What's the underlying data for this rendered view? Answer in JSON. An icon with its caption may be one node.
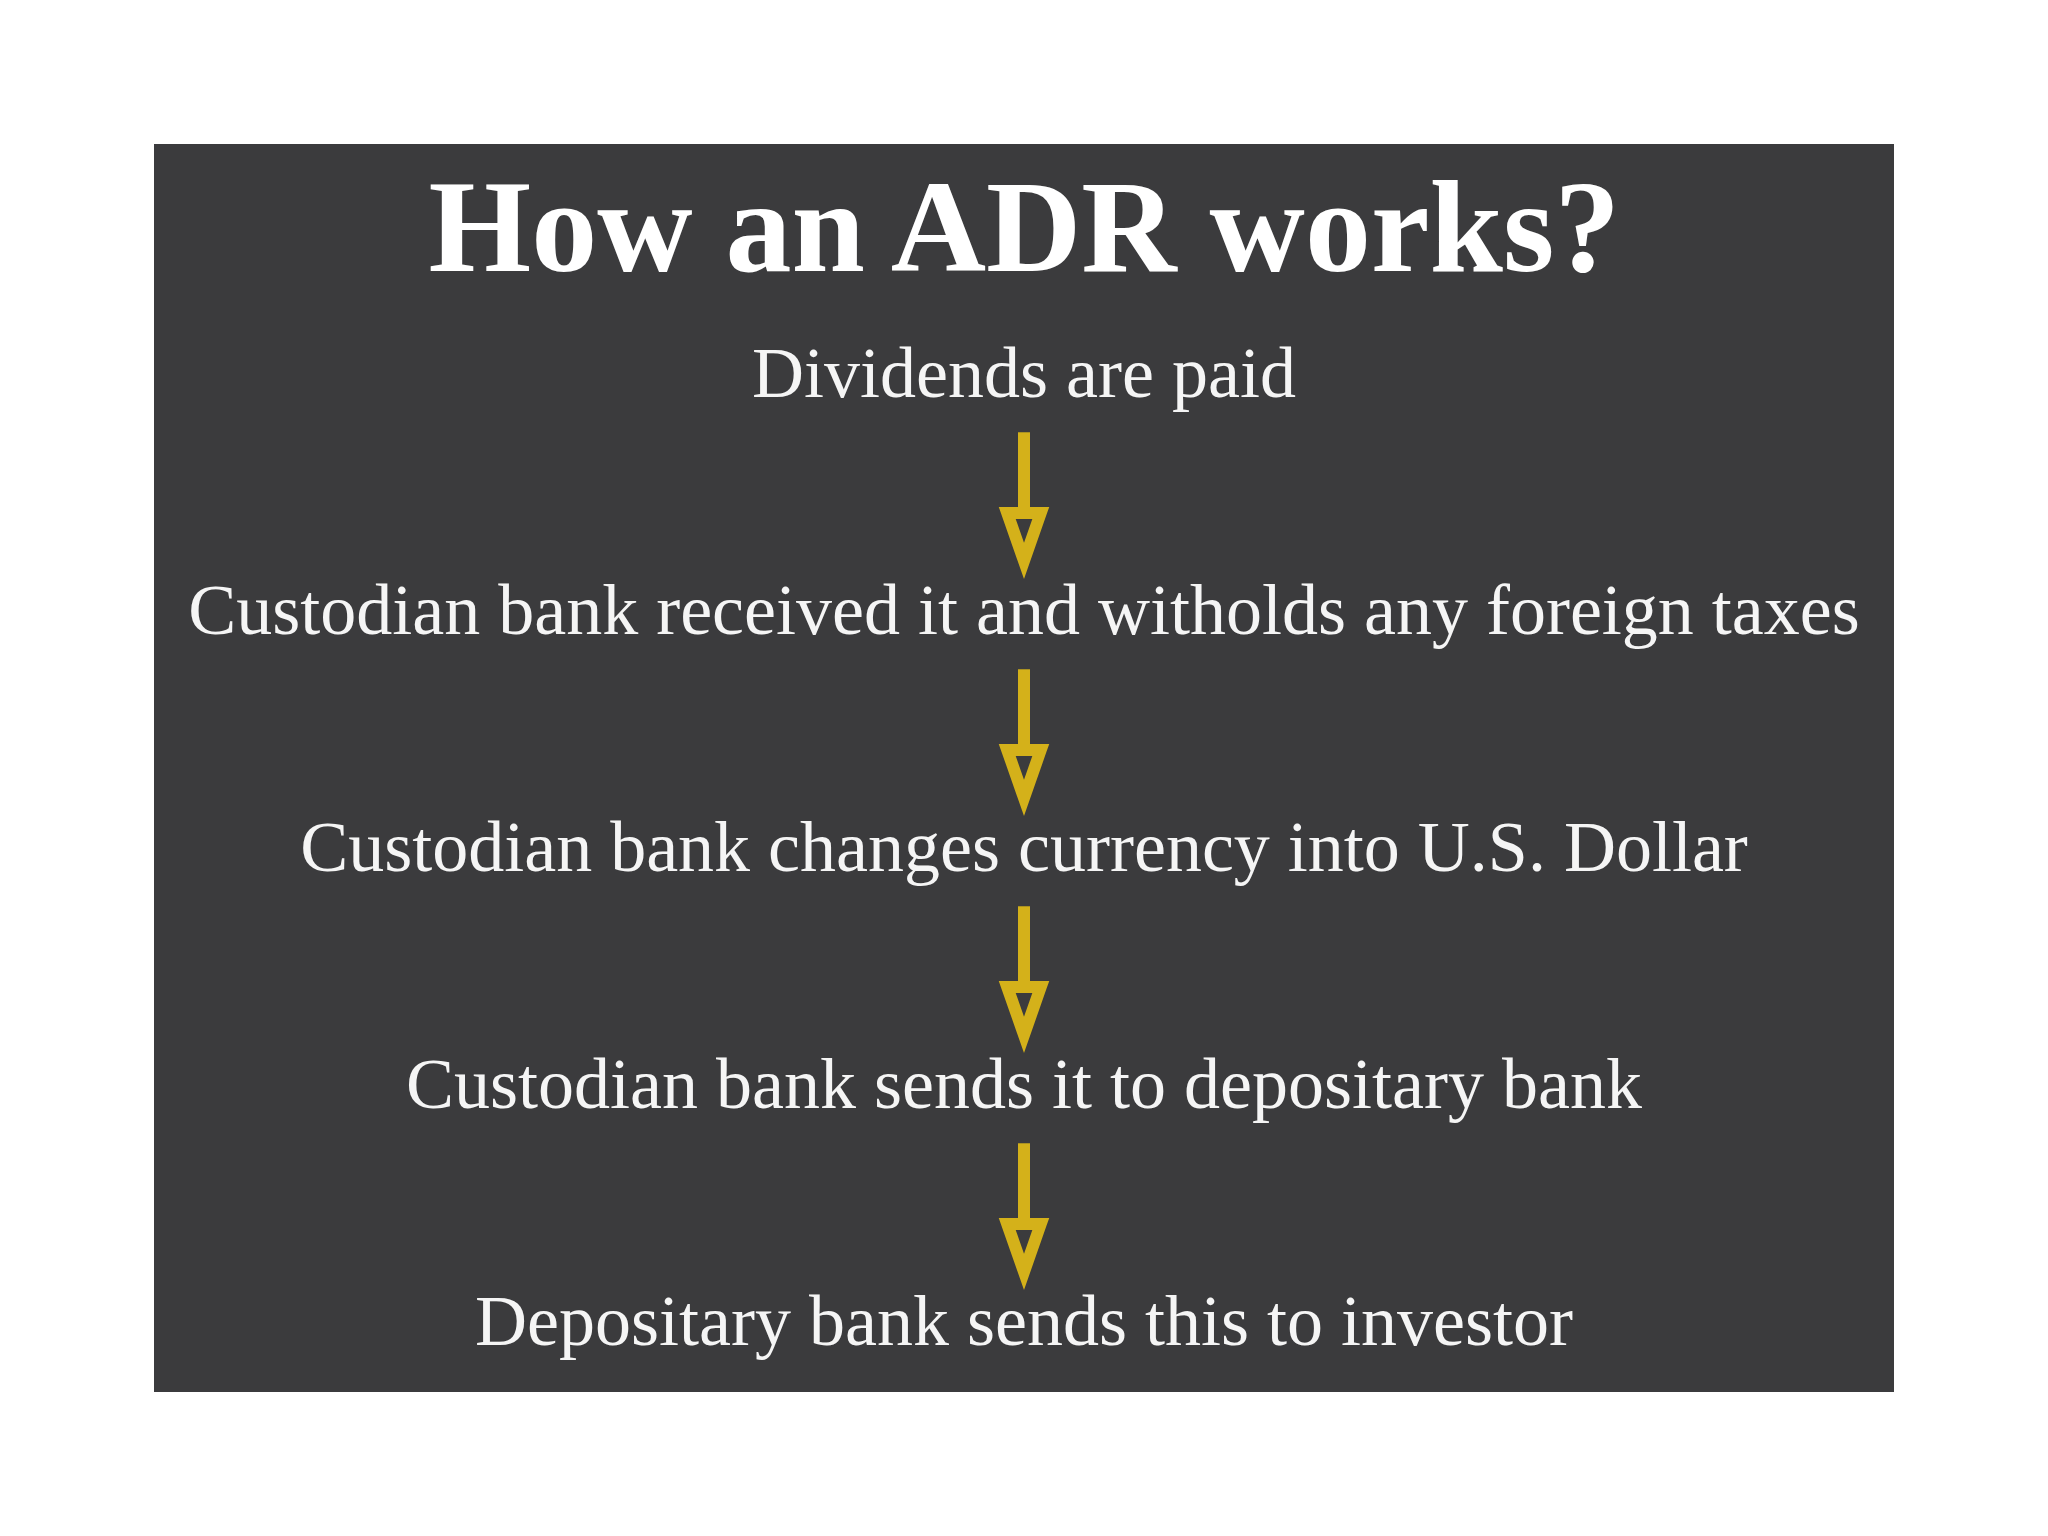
{
  "diagram": {
    "title": "How an ADR works?",
    "nodes": [
      {
        "text": [
          "Dividends are paid"
        ]
      },
      {
        "text": [
          "Custodian bank received it and witholds any foreign taxes"
        ]
      },
      {
        "text": [
          "Custodian bank changes currency into U.S. Dollar"
        ]
      },
      {
        "text": [
          "Custodian bank sends it to depositary bank"
        ]
      },
      {
        "text": [
          "Depositary bank sends this to investor"
        ]
      }
    ],
    "edges": [
      {
        "from": 0,
        "to": 1,
        "arrow": "to"
      },
      {
        "from": 1,
        "to": 2,
        "arrow": "to"
      },
      {
        "from": 2,
        "to": 3,
        "arrow": "to"
      },
      {
        "from": 3,
        "to": 4,
        "arrow": "to"
      }
    ]
  }
}
